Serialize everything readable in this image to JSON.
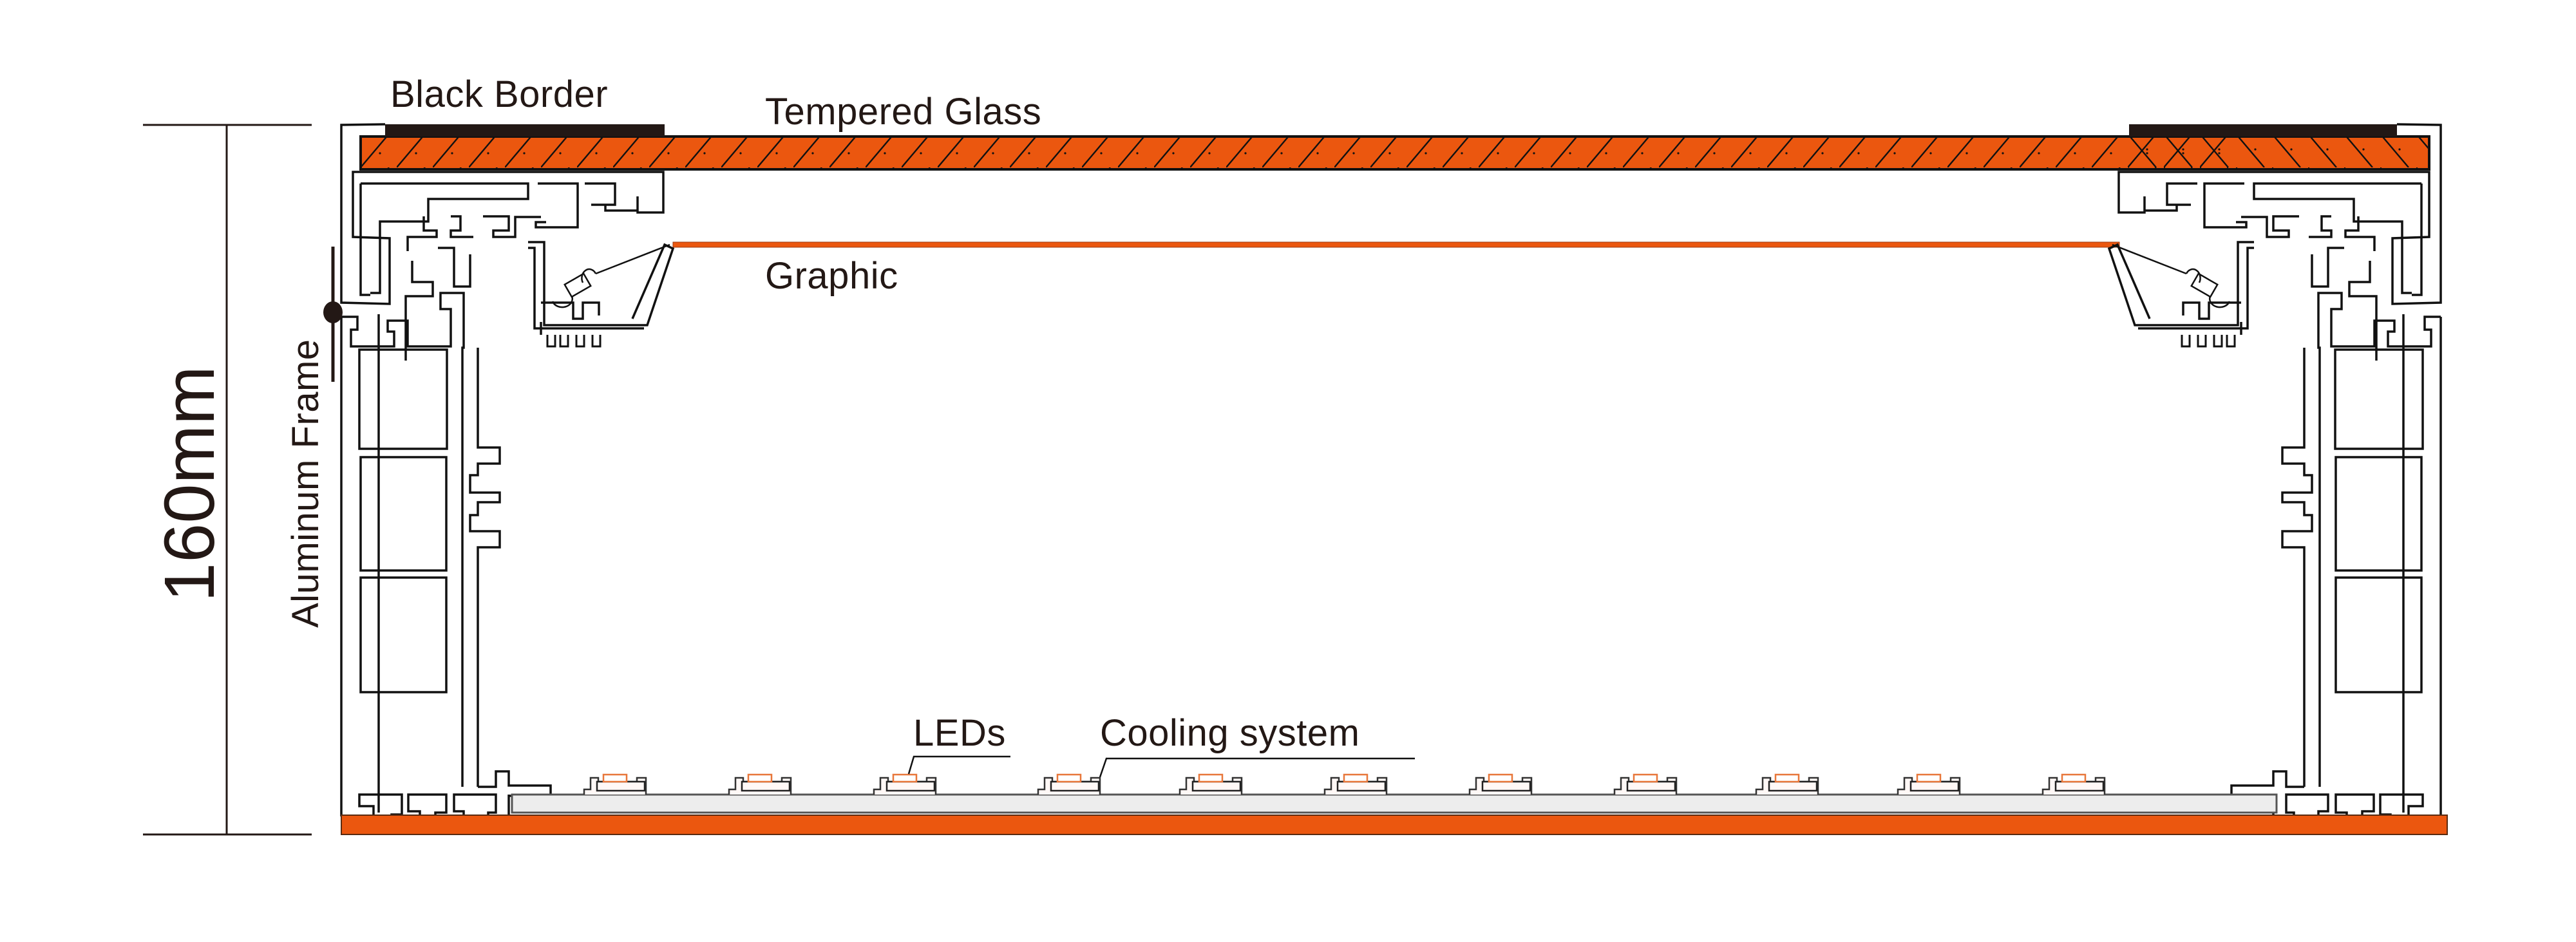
{
  "diagram": {
    "title": "Light box cross-section",
    "colors": {
      "orange": "#EB570F",
      "black": "#231815",
      "line": "#111111",
      "cooling_fill": "#EDEDED",
      "led_body_fill": "#FFF8F6",
      "led_lens": "#E8773A"
    },
    "labels": {
      "black_border": "Black Border",
      "tempered_glass": "Tempered Glass",
      "graphic": "Graphic",
      "aluminum_frame": "Aluminum Frame",
      "dimension": "160mm",
      "leds": "LEDs",
      "cooling_system": "Cooling system"
    },
    "dimension": {
      "value": 160,
      "unit": "mm",
      "axis": "vertical"
    },
    "components": [
      {
        "name": "Black Border",
        "count": 2,
        "position": "top edges over glass"
      },
      {
        "name": "Tempered Glass",
        "position": "top face"
      },
      {
        "name": "Graphic",
        "position": "tensioned fabric below glass"
      },
      {
        "name": "Aluminum Frame",
        "position": "left and right profiles"
      },
      {
        "name": "LEDs",
        "count": 11,
        "position": "on cooling strip"
      },
      {
        "name": "Cooling system",
        "position": "bottom strip"
      }
    ],
    "led_x_positions": [
      955,
      1180,
      1405,
      1660,
      1880,
      2105,
      2330,
      2555,
      2775,
      2995,
      3220
    ]
  }
}
